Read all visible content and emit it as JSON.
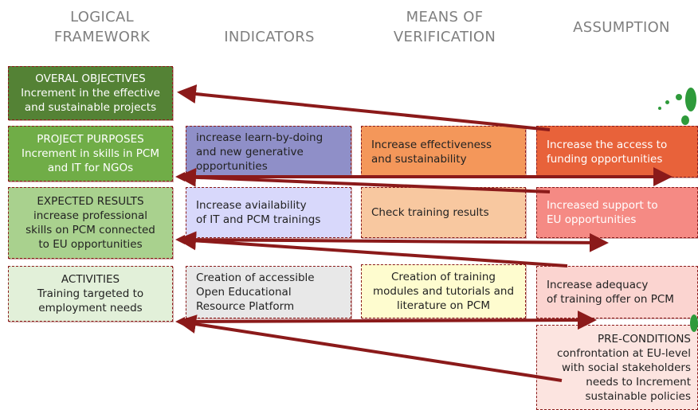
{
  "headers": {
    "logical_framework": [
      "LOGICAL",
      "FRAMEWORK"
    ],
    "indicators": "INDICATORS",
    "means_of_verification": [
      "MEANS OF",
      "VERIFICATION"
    ],
    "assumption": "ASSUMPTION"
  },
  "framework": [
    {
      "title": "OVERAL OBJECTIVES",
      "lines": [
        "Increment in the effective",
        "and sustainable projects"
      ]
    },
    {
      "title": "PROJECT PURPOSES",
      "lines": [
        "Increment in skills in PCM",
        "and IT for NGOs"
      ]
    },
    {
      "title": "EXPECTED RESULTS",
      "lines": [
        "increase professional",
        "skills on PCM connected",
        "to EU opportunities"
      ]
    },
    {
      "title": "ACTIVITIES",
      "lines": [
        "Training targeted to",
        "employment needs"
      ]
    }
  ],
  "indicators": [
    [
      "increase learn-by-doing",
      "and new generative",
      "opportunities"
    ],
    [
      "Increase aviailability",
      "of IT and PCM trainings"
    ],
    [
      "Creation of accessible",
      "Open Educational",
      "Resource Platform"
    ]
  ],
  "verification": [
    [
      "Increase effectiveness",
      "and sustainability"
    ],
    [
      "Check training results"
    ],
    [
      "Creation of training",
      "modules and tutorials and",
      "literature on PCM"
    ]
  ],
  "assumptions": [
    [
      "Increase the access to",
      "funding opportunities"
    ],
    [
      "Increased support to",
      "EU opportunities"
    ],
    [
      "Increase adequacy",
      "of training offer on PCM"
    ]
  ],
  "preconditions": {
    "title": "PRE-CONDITIONS",
    "lines": [
      "confrontation at EU-level",
      "with social stakeholders",
      "needs to Increment",
      "sustainable policies"
    ]
  },
  "colors": {
    "framework": [
      "#548235",
      "#70ad47",
      "#a9d18e",
      "#e2f0d9"
    ],
    "indicators": [
      "#8f8fc8",
      "#d8d8fb",
      "#e8e8e8"
    ],
    "verification": [
      "#f4975a",
      "#f8c8a0",
      "#fefccf"
    ],
    "assumptions": [
      "#e8623a",
      "#f58a84",
      "#fbd4d0"
    ],
    "preconditions": "#fce4e0",
    "arrow": "#8b1a1a",
    "header_text": "#7f7f7f"
  }
}
